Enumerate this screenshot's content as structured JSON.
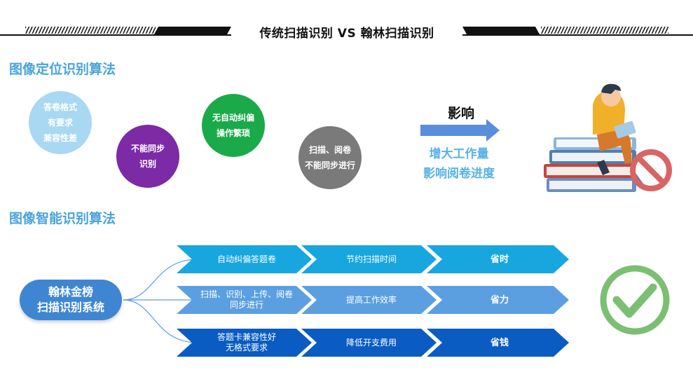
{
  "header": {
    "title": "传统扫描识别  VS  翰林扫描识别"
  },
  "section1": {
    "title": "图像定位识别算法",
    "circles": [
      {
        "lines": [
          "答卷格式",
          "有要求",
          "兼容性差"
        ],
        "color": "#a9d8f2"
      },
      {
        "lines": [
          "不能同步",
          "识别"
        ],
        "color": "#7d2aa6"
      },
      {
        "lines": [
          "无自动纠偏",
          "操作繁琐"
        ],
        "color": "#1aaa4a"
      },
      {
        "lines": [
          "扫描、阅卷",
          "不能同步进行"
        ],
        "color": "#7a7a7a"
      }
    ],
    "impact": {
      "title": "影响",
      "lines": [
        "增大工作量",
        "影响阅卷进度"
      ]
    }
  },
  "section2": {
    "title": "图像智能识别算法",
    "system": {
      "lines": [
        "翰林金榜",
        "扫描识别系统"
      ]
    },
    "rows": [
      {
        "cells": [
          {
            "lines": [
              "自动纠偏答题卷"
            ]
          },
          {
            "lines": [
              "节约扫描时间"
            ]
          },
          {
            "lines": [
              "省时"
            ]
          }
        ],
        "color": "#18a6df"
      },
      {
        "cells": [
          {
            "lines": [
              "扫描、识别、上传、阅卷",
              "同步进行"
            ]
          },
          {
            "lines": [
              "提高工作效率"
            ]
          },
          {
            "lines": [
              "省力"
            ]
          }
        ],
        "color": "#5b9fe0"
      },
      {
        "cells": [
          {
            "lines": [
              "答题卡兼容性好",
              "无格式要求"
            ]
          },
          {
            "lines": [
              "降低开支费用"
            ]
          },
          {
            "lines": [
              "省钱"
            ]
          }
        ],
        "color": "#0a5cc2"
      }
    ]
  },
  "colors": {
    "accent": "#4aa3dc",
    "check": "#7bbf72",
    "forbidden": "#d96464"
  },
  "icons": [
    "reading-person-illustration",
    "forbidden-icon",
    "check-icon",
    "arrow-right-icon"
  ]
}
